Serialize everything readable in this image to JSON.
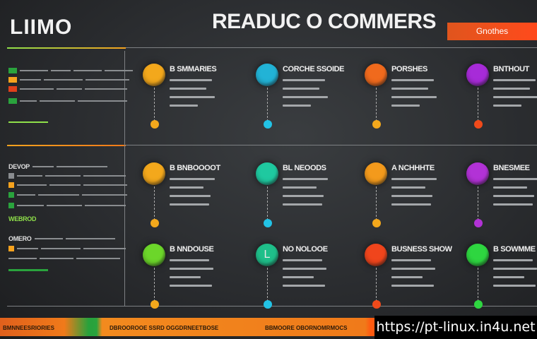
{
  "header": {
    "brand": "LIIMO",
    "headline": "READUC O COMMERS",
    "button_label": "Gnothes"
  },
  "sidebar": {
    "section_labels": [
      "DEVOP",
      "OMERO",
      "WEBROD"
    ]
  },
  "cards": [
    {
      "title": "B SMMARIES",
      "color": "#f3a81c",
      "dot": "#f3a81c",
      "glyph": ""
    },
    {
      "title": "CORCHE SSOIDE",
      "color": "#22b3d6",
      "dot": "#22c3e6",
      "glyph": ""
    },
    {
      "title": "PORSHES",
      "color": "#f06a1d",
      "dot": "#f3a81c",
      "glyph": ""
    },
    {
      "title": "BNTHOUT",
      "color": "#a72bd8",
      "dot": "#f04a1a",
      "glyph": ""
    },
    {
      "title": "B BNBOOOOT",
      "color": "#f3a81c",
      "dot": "#f3a81c",
      "glyph": ""
    },
    {
      "title": "BL NEOODS",
      "color": "#1fc9a0",
      "dot": "#22c3e6",
      "glyph": ""
    },
    {
      "title": "A NCHHHTE",
      "color": "#f39a1c",
      "dot": "#f3a81c",
      "glyph": ""
    },
    {
      "title": "BNESMEE",
      "color": "#b232d6",
      "dot": "#b232d6",
      "glyph": ""
    },
    {
      "title": "B NNDOUSE",
      "color": "#6cd62a",
      "dot": "#f3a81c",
      "glyph": ""
    },
    {
      "title": "NO NOLOOE",
      "color": "#1fbf8a",
      "dot": "#22c3e6",
      "glyph": "L"
    },
    {
      "title": "BUSNESS SHOW",
      "color": "#f0451c",
      "dot": "#f04a1a",
      "glyph": ""
    },
    {
      "title": "B SOWMME",
      "color": "#2ed640",
      "dot": "#2ed640",
      "glyph": ""
    }
  ],
  "footer": {
    "segments": [
      "BMNNEESRIORIES",
      "DBROOROOE SSRD OGGDRNEETBOSE",
      "BBMOORE OBORNOMRMOCS"
    ],
    "url": "https://pt-linux.in4u.net"
  }
}
